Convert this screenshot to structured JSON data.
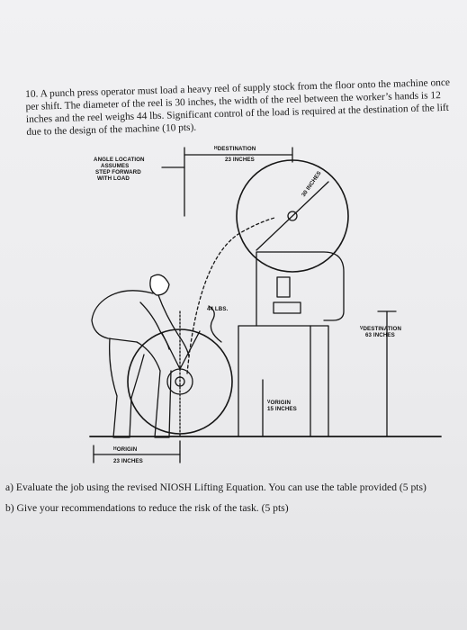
{
  "question": {
    "number": "10.",
    "text": "A punch press operator must load a heavy reel of supply stock from the floor onto the machine once per shift. The diameter of the reel is 30 inches, the width of the reel between the worker’s hands is 12 inches and the reel weighs 44 lbs. Significant control of the load is required at the destination of the lift due to the design of the machine (10 pts)."
  },
  "figure": {
    "angle_location": "ANGLE LOCATION",
    "assumes": "ASSUMES",
    "step_forward": "STEP FORWARD",
    "with_load": "WITH LOAD",
    "h_destination_mark": "H",
    "h_destination": "DESTINATION",
    "h_destination_value": "23 INCHES",
    "reel_label": "30 INCHES",
    "weight": "44 LBS.",
    "v_destination_mark": "V",
    "v_destination": "DESTINATION",
    "v_destination_value": "63 INCHES",
    "v_origin_mark": "V",
    "v_origin": "ORIGIN",
    "v_origin_value": "15 INCHES",
    "h_origin_mark": "H",
    "h_origin": "ORIGIN",
    "h_origin_value": "23 INCHES"
  },
  "parts": {
    "a": "a) Evaluate the job using the revised NIOSH Lifting Equation. You can use the table provided (5 pts)",
    "b": "b) Give your recommendations to reduce the risk of the task. (5 pts)"
  }
}
